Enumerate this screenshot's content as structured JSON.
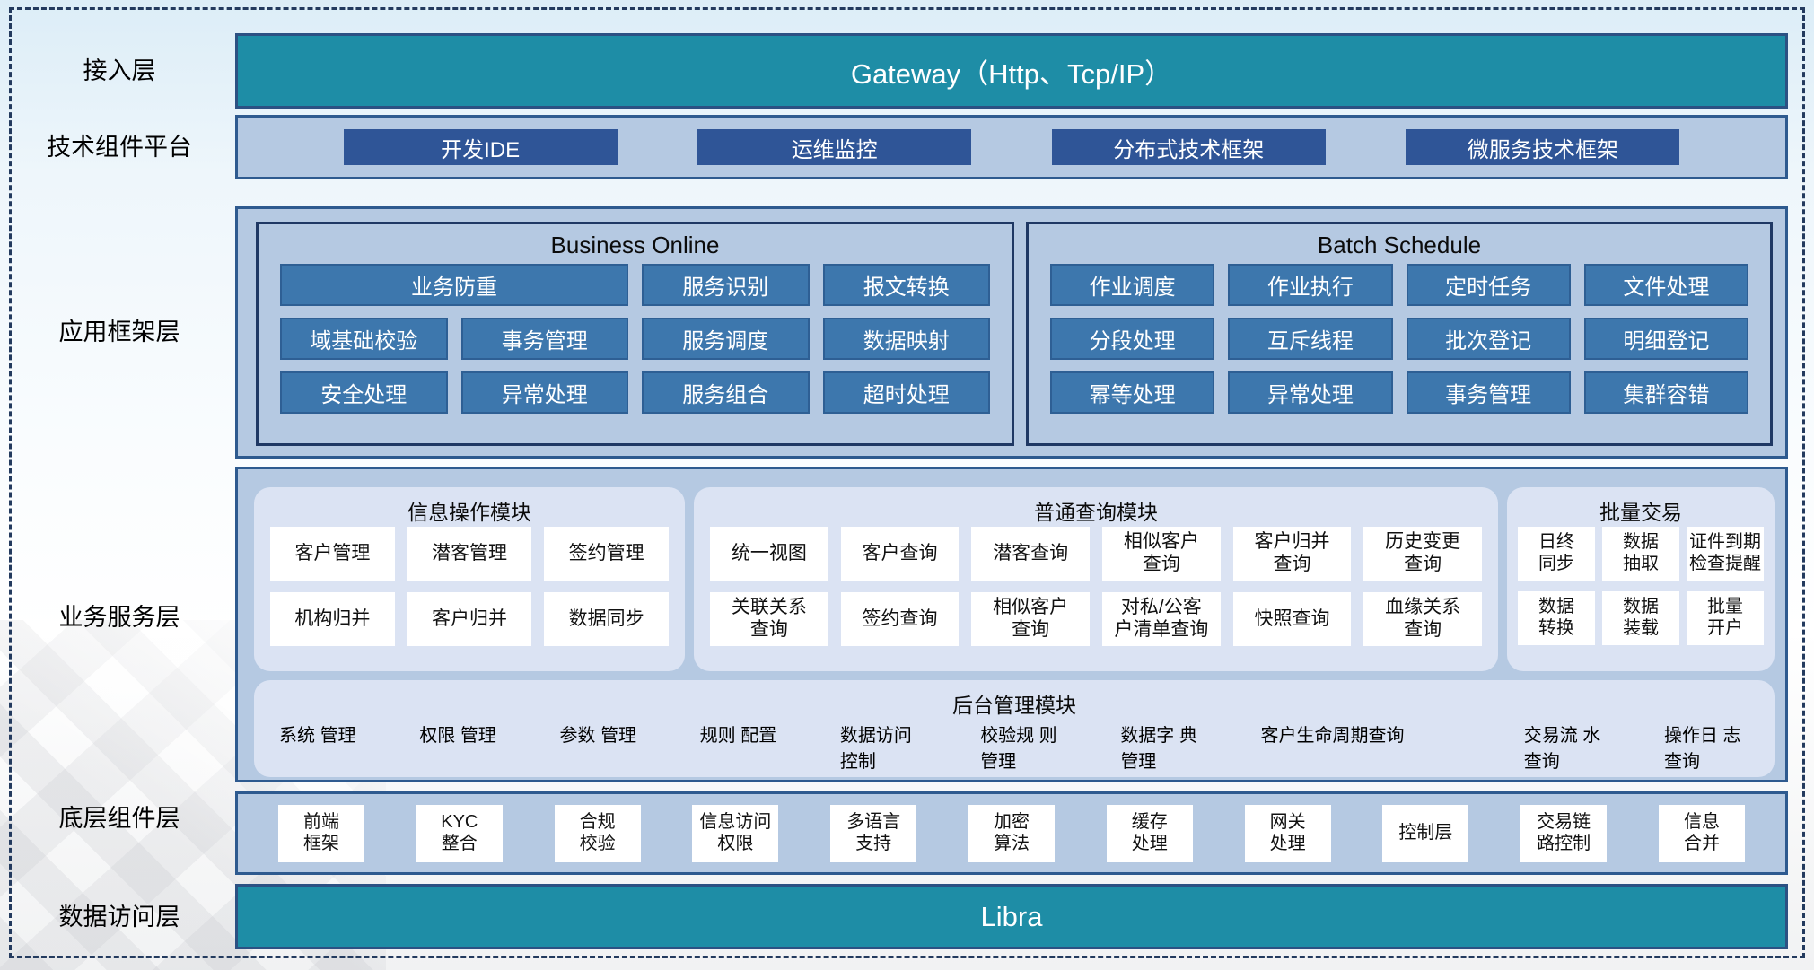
{
  "colors": {
    "teal": "#1e8da6",
    "dark_blue_button": "#2f5597",
    "mid_blue_button": "#3d77ad",
    "bar_fill": "#b5c9e2",
    "panel_fill": "#dbe3f3",
    "outer_border": "#2e5a8f",
    "inner_border": "#1f3864",
    "dashed_border": "#233a5e"
  },
  "layers": {
    "access": {
      "label": "接入层",
      "gateway": "Gateway（Http、Tcp/IP）"
    },
    "tech_platform": {
      "label": "技术组件平台",
      "items": [
        "开发IDE",
        "运维监控",
        "分布式技术框架",
        "微服务技术框架"
      ]
    },
    "app_framework": {
      "label": "应用框架层",
      "business_online": {
        "title": "Business Online",
        "items": [
          {
            "label": "业务防重",
            "span": 2
          },
          {
            "label": "服务识别"
          },
          {
            "label": "报文转换"
          },
          {
            "label": "域基础校验"
          },
          {
            "label": "事务管理"
          },
          {
            "label": "服务调度"
          },
          {
            "label": "数据映射"
          },
          {
            "label": "安全处理"
          },
          {
            "label": "异常处理"
          },
          {
            "label": "服务组合"
          },
          {
            "label": "超时处理"
          }
        ]
      },
      "batch_schedule": {
        "title": "Batch Schedule",
        "items": [
          {
            "label": "作业调度"
          },
          {
            "label": "作业执行"
          },
          {
            "label": "定时任务"
          },
          {
            "label": "文件处理"
          },
          {
            "label": "分段处理"
          },
          {
            "label": "互斥线程"
          },
          {
            "label": "批次登记"
          },
          {
            "label": "明细登记"
          },
          {
            "label": "幂等处理"
          },
          {
            "label": "异常处理"
          },
          {
            "label": "事务管理"
          },
          {
            "label": "集群容错"
          }
        ]
      }
    },
    "business_service": {
      "label": "业务服务层",
      "info_ops": {
        "title": "信息操作模块",
        "items": [
          "客户管理",
          "潜客管理",
          "签约管理",
          "机构归并",
          "客户归并",
          "数据同步"
        ]
      },
      "common_query": {
        "title": "普通查询模块",
        "items": [
          "统一视图",
          "客户查询",
          "潜客查询",
          "相似客户\n查询",
          "客户归并\n查询",
          "历史变更\n查询",
          "关联关系\n查询",
          "签约查询",
          "相似客户\n查询",
          "对私/公客\n户清单查询",
          "快照查询",
          "血缘关系\n查询"
        ]
      },
      "batch_trade": {
        "title": "批量交易",
        "items": [
          "日终\n同步",
          "数据\n抽取",
          "证件到期\n检查提醒",
          "数据\n转换",
          "数据\n装载",
          "批量\n开户"
        ]
      },
      "backend": {
        "title": "后台管理模块",
        "items": [
          {
            "label": "系统\n管理"
          },
          {
            "label": "权限\n管理"
          },
          {
            "label": "参数\n管理"
          },
          {
            "label": "规则\n配置"
          },
          {
            "label": "数据访问\n控制"
          },
          {
            "label": "校验规\n则管理"
          },
          {
            "label": "数据字\n典管理"
          },
          {
            "label": "客户生命周期查询",
            "wide": true
          },
          {
            "label": "交易流\n水查询"
          },
          {
            "label": "操作日\n志查询"
          }
        ]
      }
    },
    "bottom_components": {
      "label": "底层组件层",
      "items": [
        "前端\n框架",
        "KYC\n整合",
        "合规\n校验",
        "信息访问\n权限",
        "多语言\n支持",
        "加密\n算法",
        "缓存\n处理",
        "网关\n处理",
        "控制层",
        "交易链\n路控制",
        "信息\n合并"
      ]
    },
    "data_access": {
      "label": "数据访问层",
      "bar": "Libra"
    }
  }
}
